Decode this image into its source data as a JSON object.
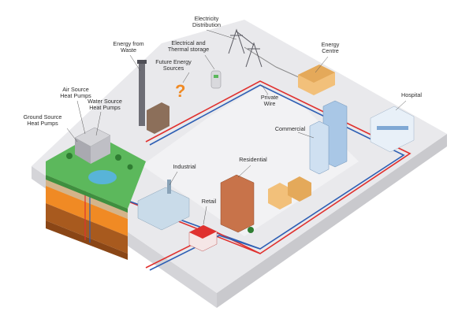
{
  "labels": {
    "electricity_distribution": [
      "Electricity",
      "Distribution"
    ],
    "energy_from_waste": [
      "Energy from",
      "Waste"
    ],
    "electrical_thermal_storage": [
      "Electrical and",
      "Thermal storage"
    ],
    "future_energy_sources": [
      "Future Energy",
      "Sources"
    ],
    "energy_centre": [
      "Energy",
      "Centre"
    ],
    "air_source_heat_pumps": [
      "Air Source",
      "Heat Pumps"
    ],
    "water_source_heat_pumps": [
      "Water Source",
      "Heat Pumps"
    ],
    "ground_source_heat_pumps": [
      "Ground Source",
      "Heat Pumps"
    ],
    "private_wire": [
      "Private",
      "Wire"
    ],
    "hospital": "Hospital",
    "commercial": "Commercial",
    "industrial": "Industrial",
    "residential": "Residential",
    "retail": "Retail"
  },
  "colors": {
    "platform_top": "#e9e9ec",
    "platform_side": "#c9c9cd",
    "road": "#cfcfd3",
    "pipe_red": "#e0312f",
    "pipe_blue": "#2e5fb4",
    "grass": "#5cb85c",
    "earth_orange": "#f08a24",
    "earth_brown": "#a85a1e",
    "brick": "#c8734a",
    "glass": "#a9c7e6"
  },
  "icons": {
    "future_sources": "question-mark-icon",
    "pylon": "pylon-icon",
    "chimney": "chimney-icon"
  }
}
